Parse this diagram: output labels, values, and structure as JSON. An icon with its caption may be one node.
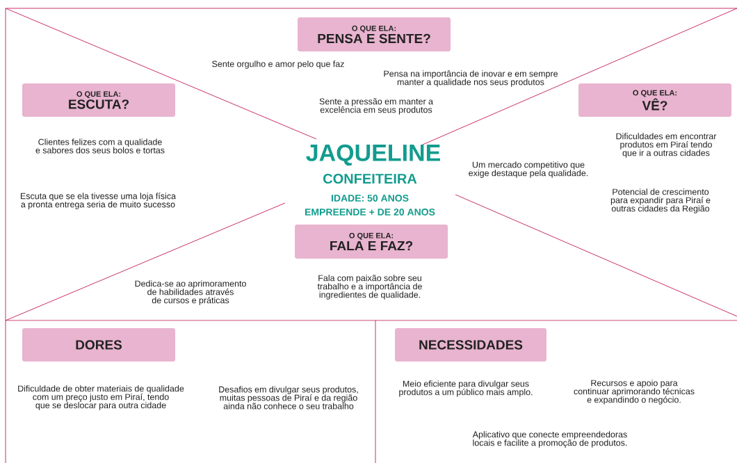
{
  "diagram": {
    "nodes": [
      {
        "text": [
          "O QUE ELA:",
          "PENSA E SENTE?"
        ]
      },
      {
        "text": [
          "O QUE ELA:",
          "ESCUTA?"
        ]
      },
      {
        "text": [
          "O QUE ELA:",
          "VÊ?"
        ]
      },
      {
        "text": [
          "O QUE ELA:",
          "FALA E FAZ?"
        ]
      },
      {
        "text": [
          "DORES"
        ]
      },
      {
        "text": [
          "NECESSIDADES"
        ]
      }
    ],
    "labels": [
      "Sente orgulho e amor pelo que faz",
      "Pensa na importância de inovar e em sempre manter a qualidade nos seus produtos",
      "Sente a pressão em manter a excelência em seus produtos",
      "Clientes felizes com a qualidade e sabores dos seus bolos e tortas",
      "JAQUELINE",
      "CONFEITEIRA",
      "IDADE: 50 ANOS",
      "EMPREENDE + DE 20 ANOS",
      "Dificuldades em encontrar produtos em Piraí tendo que ir a outras cidades",
      "Um mercado competitivo que exige destaque pela qualidade.",
      "Escuta que se ela tivesse uma loja física a pronta entrega seria de muito sucesso",
      "Potencial de crescimento para expandir para Piraí e outras cidades da Região",
      "Dedica-se ao aprimoramento de habilidades através de cursos e práticas",
      "Fala com paixão sobre seu trabalho e a importância de ingredientes de qualidade.",
      "Dificuldade de obter materiais de qualidade com um preço justo em Piraí, tendo que se deslocar para outra cidade",
      "Desafios em divulgar seus produtos, muitas pessoas de Piraí e da região ainda não conhece o seu trabalho",
      "Meio eficiente para divulgar seus produtos a um público mais amplo.",
      "Recursos e apoio para continuar aprimorando técnicas e expandindo o negócio.",
      "Aplicativo que conecte empreendedoras locais e facilite a promoção de produtos."
    ]
  }
}
